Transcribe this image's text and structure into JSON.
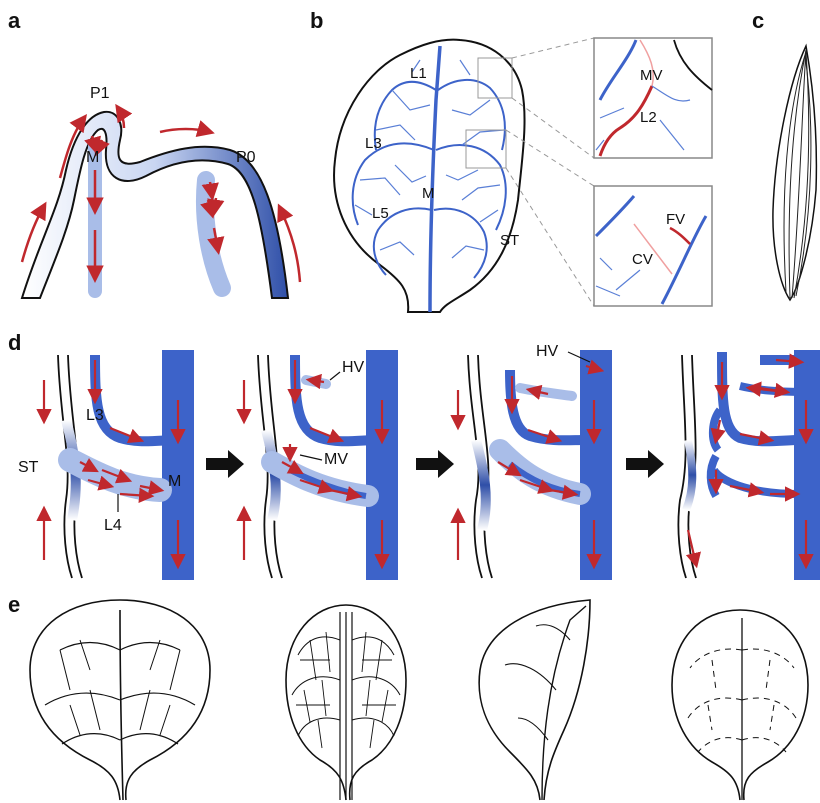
{
  "panels": {
    "a": {
      "letter": "a",
      "labels": {
        "p1": "P1",
        "p0": "P0",
        "m": "M"
      }
    },
    "b": {
      "letter": "b",
      "labels": {
        "l1": "L1",
        "l3": "L3",
        "l5": "L5",
        "m": "M",
        "st": "ST"
      },
      "inset_top": {
        "mv": "MV",
        "l2": "L2"
      },
      "inset_bottom": {
        "fv": "FV",
        "cv": "CV"
      }
    },
    "c": {
      "letter": "c"
    },
    "d": {
      "letter": "d",
      "stage1": {
        "l3": "L3",
        "st": "ST",
        "m": "M",
        "l4": "L4"
      },
      "stage2": {
        "hv": "HV",
        "mv": "MV"
      },
      "stage3": {
        "hv": "HV"
      }
    },
    "e": {
      "letter": "e"
    }
  },
  "colors": {
    "vein_blue": "#3d63c9",
    "vein_light": "#a9bde8",
    "auxin_arrow": "#c0282d",
    "outline": "#111111",
    "pink_vein": "#f0a0a0"
  },
  "icons": {
    "stage_arrow": "arrow-right-icon"
  }
}
